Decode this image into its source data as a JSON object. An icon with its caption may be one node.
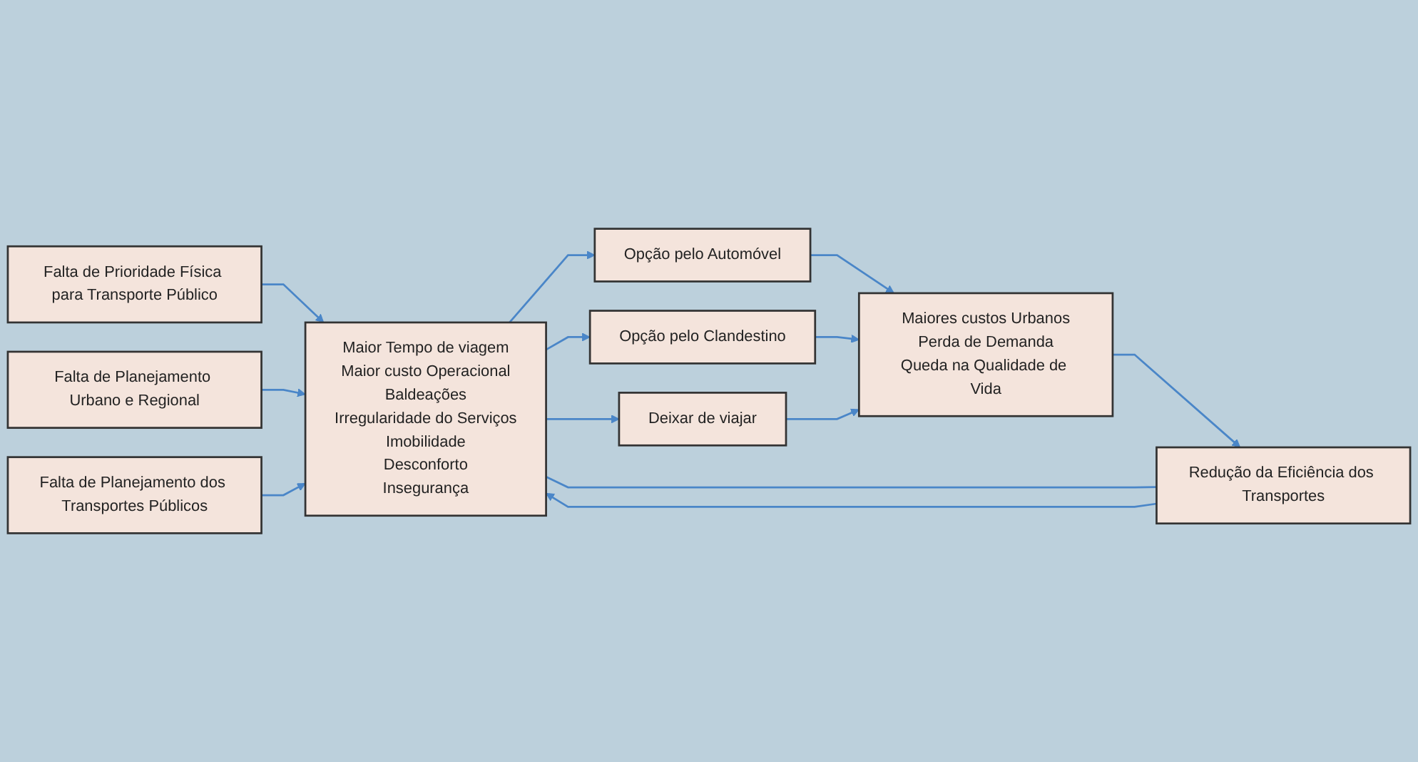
{
  "diagram": {
    "nodes": [
      {
        "text": [
          "Falta de Prioridade Física para Transporte Público"
        ]
      },
      {
        "text": [
          "Falta de Planejamento Urbano e Regional"
        ]
      },
      {
        "text": [
          "Falta de Planejamento dos Transportes Públicos"
        ]
      },
      {
        "text": [
          "Maior Tempo de viagem",
          "Maior custo Operacional",
          "Baldeações",
          "Irregularidade do Serviços",
          "Imobilidade",
          "Desconforto",
          "Insegurança"
        ]
      },
      {
        "text": [
          "Opção pelo Automóvel"
        ]
      },
      {
        "text": [
          "Opção pelo Clandestino"
        ]
      },
      {
        "text": [
          "Deixar de viajar"
        ]
      },
      {
        "text": [
          "Maiores custos Urbanos",
          "Perda de Demanda",
          "Queda na Qualidade de Vida"
        ]
      },
      {
        "text": [
          "Redução da Eficiência dos Transportes"
        ]
      }
    ],
    "edges": [
      {
        "from": 0,
        "to": 3,
        "arrow": "to"
      },
      {
        "from": 1,
        "to": 3,
        "arrow": "to"
      },
      {
        "from": 2,
        "to": 3,
        "arrow": "to"
      },
      {
        "from": 3,
        "to": 4,
        "arrow": "to"
      },
      {
        "from": 3,
        "to": 5,
        "arrow": "to"
      },
      {
        "from": 3,
        "to": 6,
        "arrow": "to"
      },
      {
        "from": 4,
        "to": 7,
        "arrow": "to"
      },
      {
        "from": 5,
        "to": 7,
        "arrow": "to"
      },
      {
        "from": 6,
        "to": 7,
        "arrow": "to"
      },
      {
        "from": 7,
        "to": 8,
        "arrow": "to"
      },
      {
        "from": 8,
        "to": 3,
        "arrow": "to"
      },
      {
        "from": 3,
        "to": 8,
        "arrow": "none"
      }
    ]
  }
}
